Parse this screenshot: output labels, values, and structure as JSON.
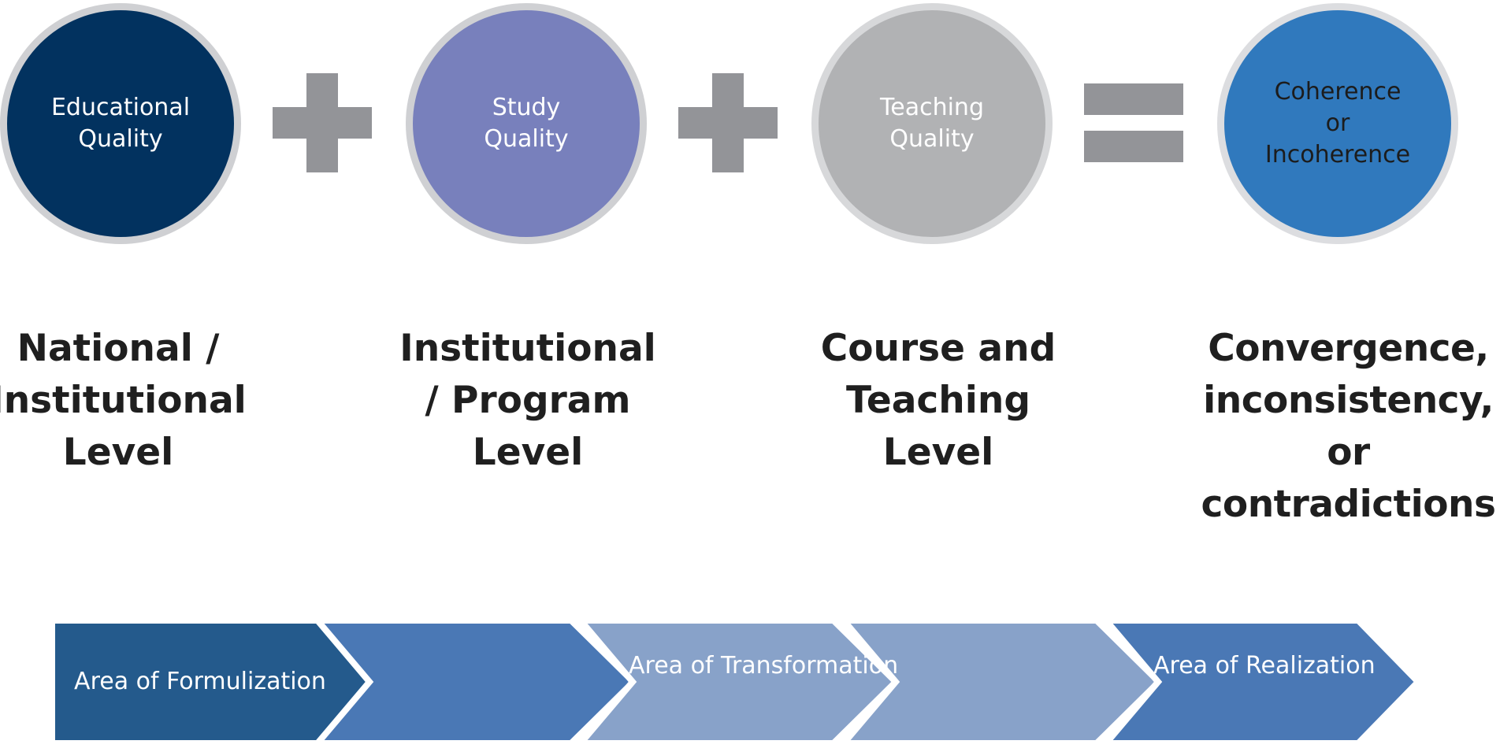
{
  "circles": [
    {
      "label": "Educational Quality",
      "color": "#02325f"
    },
    {
      "label": "Study Quality",
      "color": "#7880bc"
    },
    {
      "label": "Teaching Quality",
      "color": "#b1b2b4"
    },
    {
      "label": "Coherence or Incoherence",
      "color": "#3079bd"
    }
  ],
  "operators": [
    "+",
    "+",
    "="
  ],
  "levels": [
    "National / Institutional Level",
    "Institutional / Program Level",
    "Course and Teaching Level",
    "Convergence, inconsistency, or contradictions"
  ],
  "chevrons": [
    {
      "label": "Area of Formulization",
      "color": "#245a8c"
    },
    {
      "label": "",
      "color": "#4a78b5"
    },
    {
      "label": "Area of Transformation",
      "color": "#88a2c9"
    },
    {
      "label": "",
      "color": "#88a2c9"
    },
    {
      "label": "Area of Realization",
      "color": "#4a78b5"
    }
  ]
}
